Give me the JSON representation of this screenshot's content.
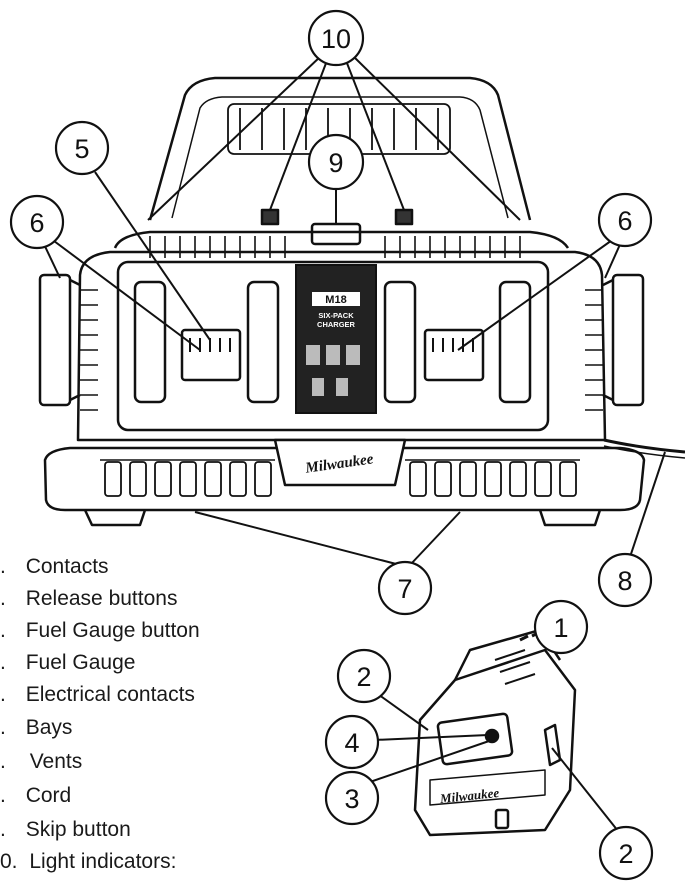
{
  "diagram": {
    "callouts": [
      "1",
      "2",
      "3",
      "4",
      "5",
      "6",
      "7",
      "8",
      "9",
      "10"
    ],
    "charger_label": {
      "model": "M18",
      "line1": "SIX-PACK",
      "line2": "CHARGER"
    },
    "brand": "Milwaukee"
  },
  "legend": [
    {
      "marker": ".",
      "text": "Contacts"
    },
    {
      "marker": ".",
      "text": "Release buttons"
    },
    {
      "marker": ".",
      "text": "Fuel Gauge button"
    },
    {
      "marker": ".",
      "text": "Fuel Gauge"
    },
    {
      "marker": ".",
      "text": "Electrical contacts"
    },
    {
      "marker": ".",
      "text": "Bays"
    },
    {
      "marker": ".",
      "text": "Vents"
    },
    {
      "marker": ".",
      "text": "Cord"
    },
    {
      "marker": ".",
      "text": "Skip button"
    },
    {
      "marker": "0.",
      "text": "Light indicators:"
    }
  ]
}
